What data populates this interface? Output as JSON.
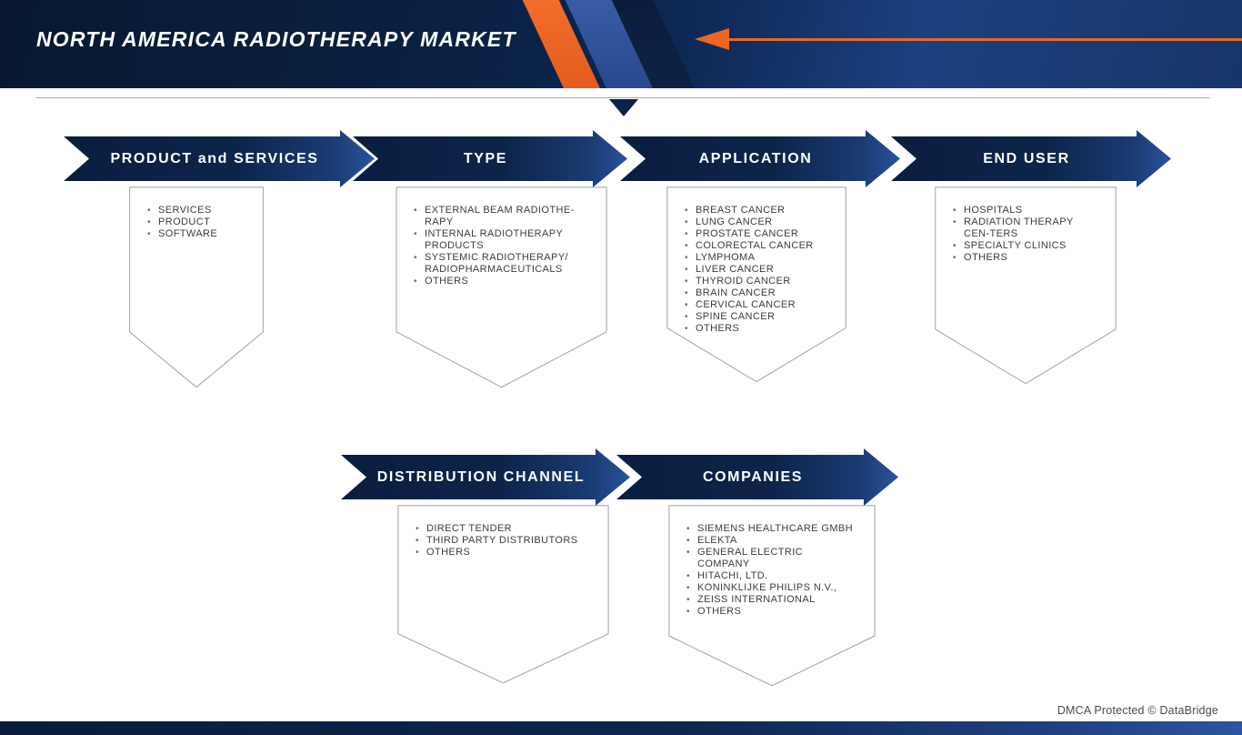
{
  "header": {
    "title": "NORTH AMERICA RADIOTHERAPY MARKET"
  },
  "colors": {
    "accent": "#ee6625",
    "navy-dark": "#0a1d3f",
    "navy-light": "#27509b",
    "stripe-blue": "#30549a"
  },
  "segments": [
    {
      "label": "PRODUCT and SERVICES",
      "items": [
        "SERVICES",
        "PRODUCT",
        "SOFTWARE"
      ]
    },
    {
      "label": "TYPE",
      "items": [
        "EXTERNAL BEAM RADIOTHE-RAPY",
        "INTERNAL RADIOTHERAPY PRODUCTS",
        "SYSTEMIC RADIOTHERAPY/ RADIOPHARMACEUTICALS",
        "OTHERS"
      ]
    },
    {
      "label": "APPLICATION",
      "items": [
        "BREAST CANCER",
        "LUNG CANCER",
        "PROSTATE CANCER",
        "COLORECTAL CANCER",
        "LYMPHOMA",
        "LIVER CANCER",
        "THYROID CANCER",
        "BRAIN CANCER",
        "CERVICAL CANCER",
        "SPINE CANCER",
        "OTHERS"
      ]
    },
    {
      "label": "END USER",
      "items": [
        "HOSPITALS",
        "RADIATION THERAPY CEN-TERS",
        "SPECIALTY CLINICS",
        "OTHERS"
      ]
    },
    {
      "label": "DISTRIBUTION CHANNEL",
      "items": [
        "DIRECT TENDER",
        "THIRD PARTY DISTRIBUTORS",
        "OTHERS"
      ]
    },
    {
      "label": "COMPANIES",
      "items": [
        "SIEMENS HEALTHCARE GMBH",
        "ELEKTA",
        "GENERAL ELECTRIC COMPANY",
        "HITACHI, LTD.",
        "KONINKLIJKE PHILIPS N.V.,",
        "ZEISS INTERNATIONAL",
        "OTHERS"
      ]
    }
  ],
  "footer": {
    "dmca": "DMCA Protected © DataBridge"
  }
}
